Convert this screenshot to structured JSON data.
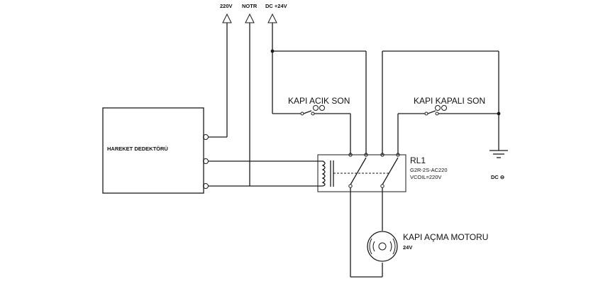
{
  "supply_labels": {
    "ac_220": "220V",
    "neutral": "NOTR",
    "dc_24": "DC +24V"
  },
  "motion_detector": {
    "label": "HAREKET DEDEKTÖRÜ"
  },
  "limit_switch_open": {
    "label": "KAPI ACIK SON"
  },
  "limit_switch_closed": {
    "label": "KAPI KAPALI SON"
  },
  "relay": {
    "name": "RL1",
    "model": "G2R-2S-AC220",
    "coil": "VCOIL=220V"
  },
  "ground": {
    "label": "DC ⊖"
  },
  "motor": {
    "name": "KAPI AÇMA MOTORU",
    "voltage": "24V"
  }
}
